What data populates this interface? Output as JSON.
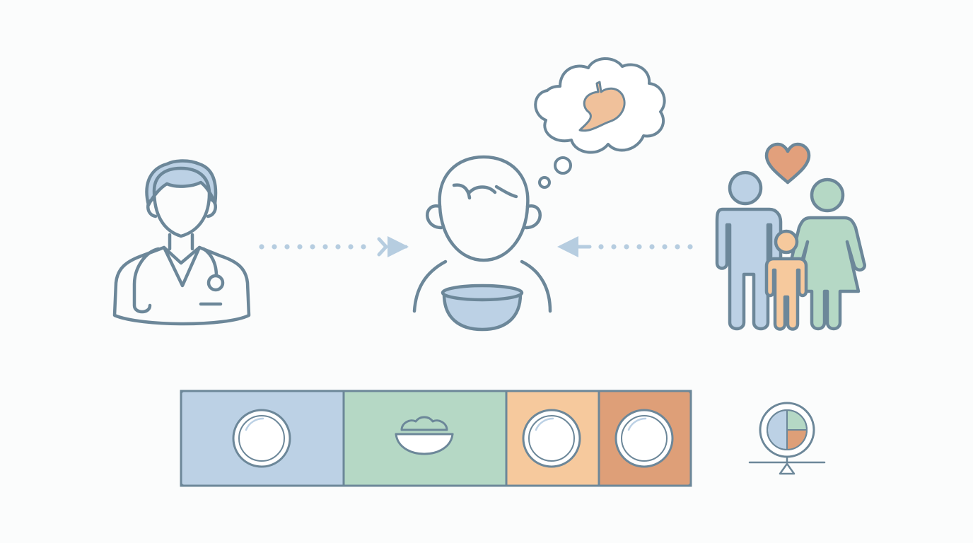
{
  "colors": {
    "outline": "#6c8799",
    "blue": "#bcd1e5",
    "green": "#b5d8c5",
    "peach": "#f6c99d",
    "terracotta": "#de9f78",
    "heart": "#e2a07c",
    "arrow": "#b6cde0",
    "plate": "#ffffff",
    "background": "#fbfcfc"
  },
  "icons": {
    "left_actor": "doctor-icon",
    "center_actor": "child-with-bowl-icon",
    "thought": "stomach-thought-bubble-icon",
    "right_actor": "family-icon",
    "family_emblem": "heart-icon",
    "balance": "balanced-plate-scale-icon"
  },
  "flow": {
    "left_to_center": "dotted-arrow-right-icon",
    "right_to_center": "dotted-arrow-left-icon"
  },
  "meal_bar": {
    "segments": [
      {
        "id": "segment-1",
        "color": "blue",
        "icon": "empty-plate-icon"
      },
      {
        "id": "segment-2",
        "color": "green",
        "icon": "food-bowl-icon"
      },
      {
        "id": "segment-3",
        "color": "peach",
        "icon": "empty-plate-icon"
      },
      {
        "id": "segment-4",
        "color": "terracotta",
        "icon": "empty-plate-icon"
      }
    ]
  }
}
